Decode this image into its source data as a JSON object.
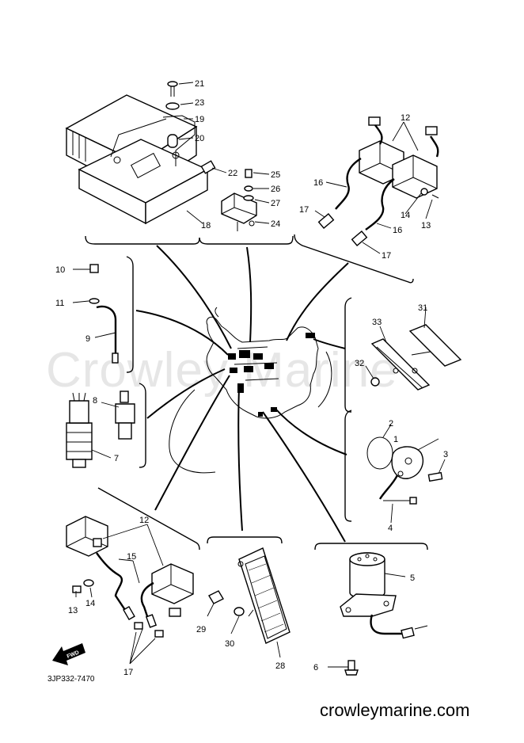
{
  "watermark": "Crowley Marine",
  "site_url": "crowleymarine.com",
  "diagram_code": "3JP332-7470",
  "fwd_label": "FWD",
  "callouts": {
    "c1": "1",
    "c2": "2",
    "c3": "3",
    "c4": "4",
    "c5": "5",
    "c6": "6",
    "c7": "7",
    "c8": "8",
    "c9": "9",
    "c10": "10",
    "c11": "11",
    "c12a": "12",
    "c12b": "12",
    "c13a": "13",
    "c13b": "13",
    "c14a": "14",
    "c14b": "14",
    "c15": "15",
    "c16a": "16",
    "c16b": "16",
    "c17a": "17",
    "c17b": "17",
    "c17c": "17",
    "c18": "18",
    "c19": "19",
    "c20": "20",
    "c21": "21",
    "c22": "22",
    "c23": "23",
    "c24": "24",
    "c25": "25",
    "c26": "26",
    "c27": "27",
    "c28": "28",
    "c29": "29",
    "c30": "30",
    "c31": "31",
    "c32": "32",
    "c33": "33"
  }
}
